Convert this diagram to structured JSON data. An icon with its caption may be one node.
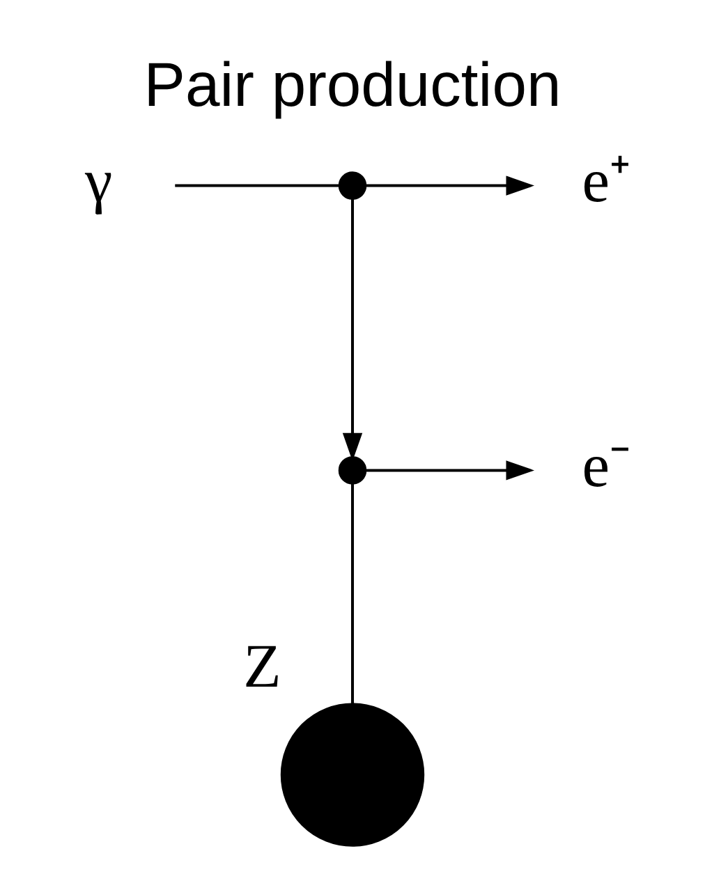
{
  "diagram": {
    "title": "Pair production",
    "nodes": [
      {
        "text": [
          "γ"
        ]
      },
      {
        "text": [],
        "shape": "circle"
      },
      {
        "text": [
          "e⁺"
        ]
      },
      {
        "text": [],
        "shape": "circle"
      },
      {
        "text": [
          "e⁻"
        ]
      },
      {
        "text": [],
        "shape": "circle",
        "beside": [
          "Z"
        ]
      }
    ],
    "edges": [
      {
        "from": 0,
        "to": 1,
        "arrow": "none"
      },
      {
        "from": 1,
        "to": 2,
        "arrow": "to"
      },
      {
        "from": 1,
        "to": 3,
        "arrow": "to"
      },
      {
        "from": 3,
        "to": 4,
        "arrow": "to"
      },
      {
        "from": 3,
        "to": 5,
        "arrow": "none"
      }
    ]
  }
}
